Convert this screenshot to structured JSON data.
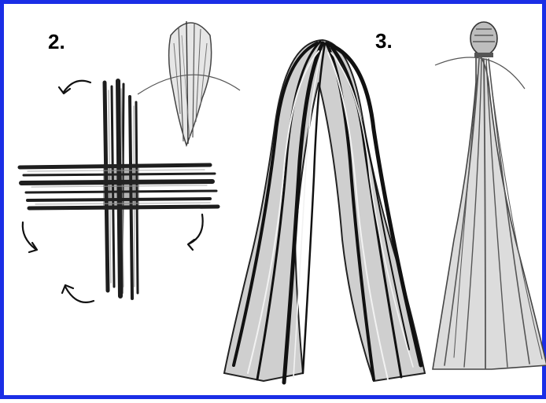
{
  "figure": {
    "border_color": "#1a2ee6",
    "ink_color": "#1a1a1a",
    "step_labels": [
      "2.",
      "3."
    ],
    "panels": [
      {
        "step": "2.",
        "depicts": [
          "straw-bundle-detail-illustration",
          "woven-cross-illustration",
          "rotation-arrow-icon"
        ]
      },
      {
        "step": "3.",
        "depicts": [
          "folded-straw-bundle-illustration",
          "tied-straw-doll-illustration"
        ]
      }
    ]
  }
}
